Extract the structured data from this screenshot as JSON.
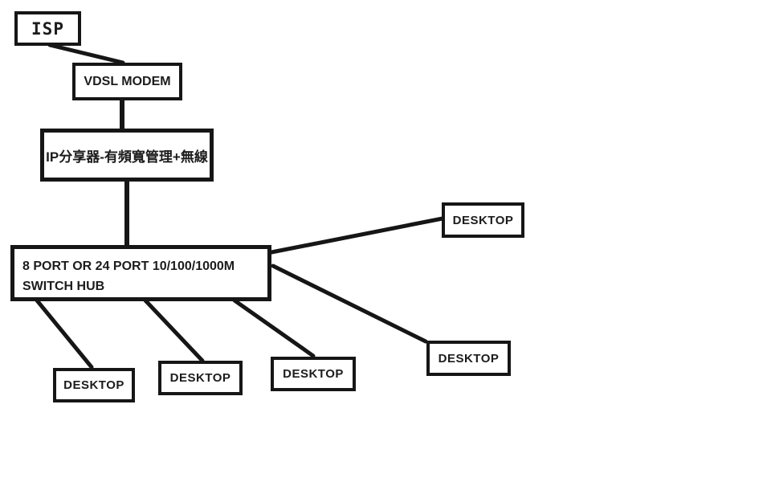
{
  "diagram": {
    "type": "network-topology",
    "background": "#ffffff",
    "line_color": "#161616",
    "text_color": "#1c1c1c",
    "nodes": {
      "isp": {
        "label": "ISP"
      },
      "vdsl_modem": {
        "label": "VDSL MODEM"
      },
      "ip_router": {
        "label": "IP分享器-有頻寬管理+無線"
      },
      "switch_hub": {
        "label_line1": "8 PORT OR 24 PORT 10/100/1000M",
        "label_line2": "SWITCH HUB"
      },
      "desktop_right_top": {
        "label": "DESKTOP"
      },
      "desktop_right_mid": {
        "label": "DESKTOP"
      },
      "desktop_bottom_left": {
        "label": "DESKTOP"
      },
      "desktop_bottom_center": {
        "label": "DESKTOP"
      },
      "desktop_bottom_right": {
        "label": "DESKTOP"
      }
    },
    "edges": [
      {
        "from": "isp",
        "to": "vdsl_modem"
      },
      {
        "from": "vdsl_modem",
        "to": "ip_router"
      },
      {
        "from": "ip_router",
        "to": "switch_hub"
      },
      {
        "from": "switch_hub",
        "to": "desktop_right_top"
      },
      {
        "from": "switch_hub",
        "to": "desktop_right_mid"
      },
      {
        "from": "switch_hub",
        "to": "desktop_bottom_left"
      },
      {
        "from": "switch_hub",
        "to": "desktop_bottom_center"
      },
      {
        "from": "switch_hub",
        "to": "desktop_bottom_right"
      }
    ]
  }
}
